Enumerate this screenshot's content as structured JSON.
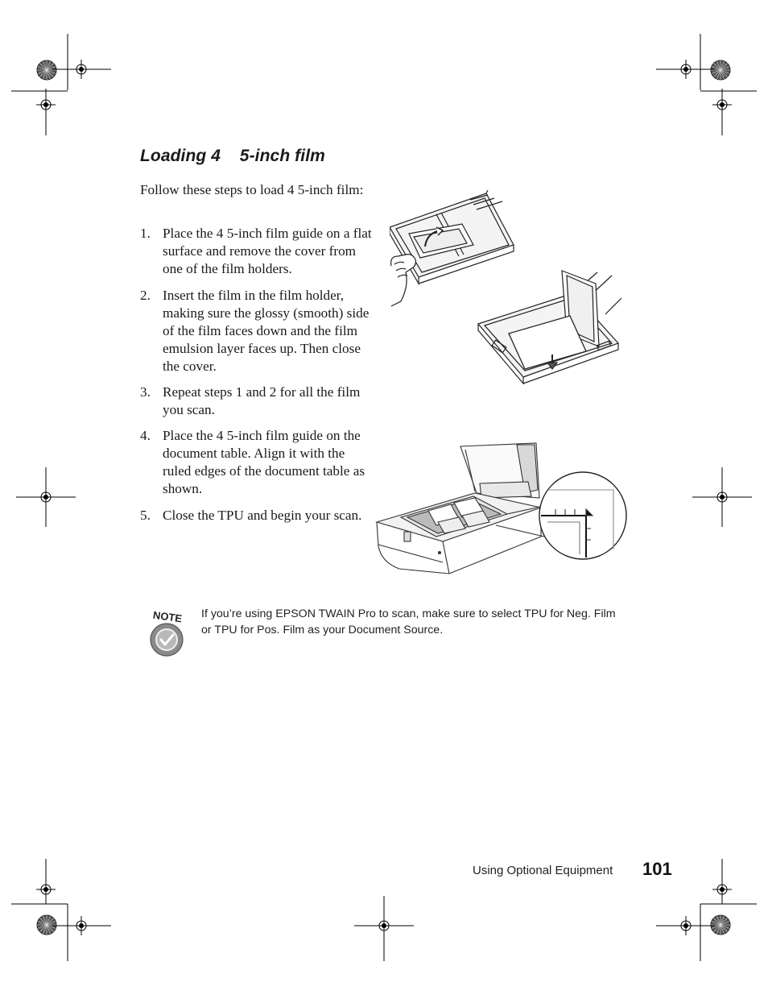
{
  "page": {
    "heading": "Loading 4    5-inch film",
    "intro": "Follow these steps to load 4    5-inch film:",
    "steps": [
      {
        "num": "1.",
        "text": "Place the 4    5-inch film guide on a flat surface and remove the cover from one of the film holders."
      },
      {
        "num": "2.",
        "text": "Insert the film in the film holder, making sure the glossy (smooth) side of the film faces down and the film emulsion layer faces up. Then close the cover."
      },
      {
        "num": "3.",
        "text": "Repeat steps 1 and 2 for all the film you scan."
      },
      {
        "num": "4.",
        "text": "Place the 4    5-inch film guide on the document table. Align it with the ruled edges of the document table as shown."
      },
      {
        "num": "5.",
        "text": "Close the TPU and begin your scan."
      }
    ],
    "note": {
      "icon_label": "NOTE",
      "text": "If you’re using EPSON TWAIN Pro to scan, make sure to select TPU for Neg. Film or TPU for Pos. Film as your Document Source."
    },
    "footer": {
      "section": "Using Optional Equipment",
      "page_number": "101"
    }
  }
}
